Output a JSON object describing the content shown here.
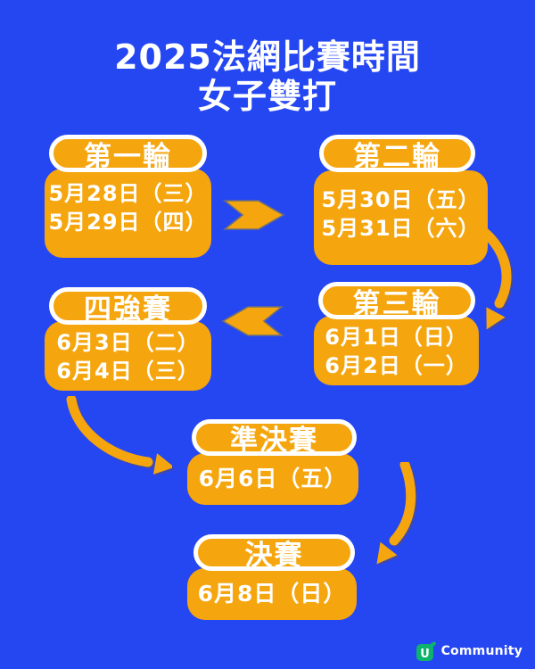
{
  "header": {
    "title_line1": "2025法網比賽時間",
    "title_line2": "女子雙打"
  },
  "stages": [
    {
      "label": "第一輪",
      "dates": [
        "5月28日（三）",
        "5月29日（四）"
      ]
    },
    {
      "label": "第二輪",
      "dates": [
        "5月30日（五）",
        "5月31日（六）"
      ]
    },
    {
      "label": "第三輪",
      "dates": [
        "6月1日（日）",
        "6月2日（一）"
      ]
    },
    {
      "label": "四強賽",
      "dates": [
        "6月3日（二）",
        "6月4日（三）"
      ]
    },
    {
      "label": "準決賽",
      "dates": [
        "6月6日（五）"
      ]
    },
    {
      "label": "決賽",
      "dates": [
        "6月8日（日）"
      ]
    }
  ],
  "flow": [
    "round1 → round2",
    "round2 → round3",
    "round3 → quarterfinal",
    "quarterfinal → semifinal",
    "semifinal → final"
  ],
  "logo": {
    "badge_letter": "U",
    "text": "Community"
  },
  "colors": {
    "background_blue": "#2547f2",
    "accent_orange": "#f5a50d",
    "text_white": "#ffffff",
    "pill_border_white": "#ffffff",
    "chevron_outline_gray": "#6e6e78",
    "logo_green": "#0cb26d"
  }
}
